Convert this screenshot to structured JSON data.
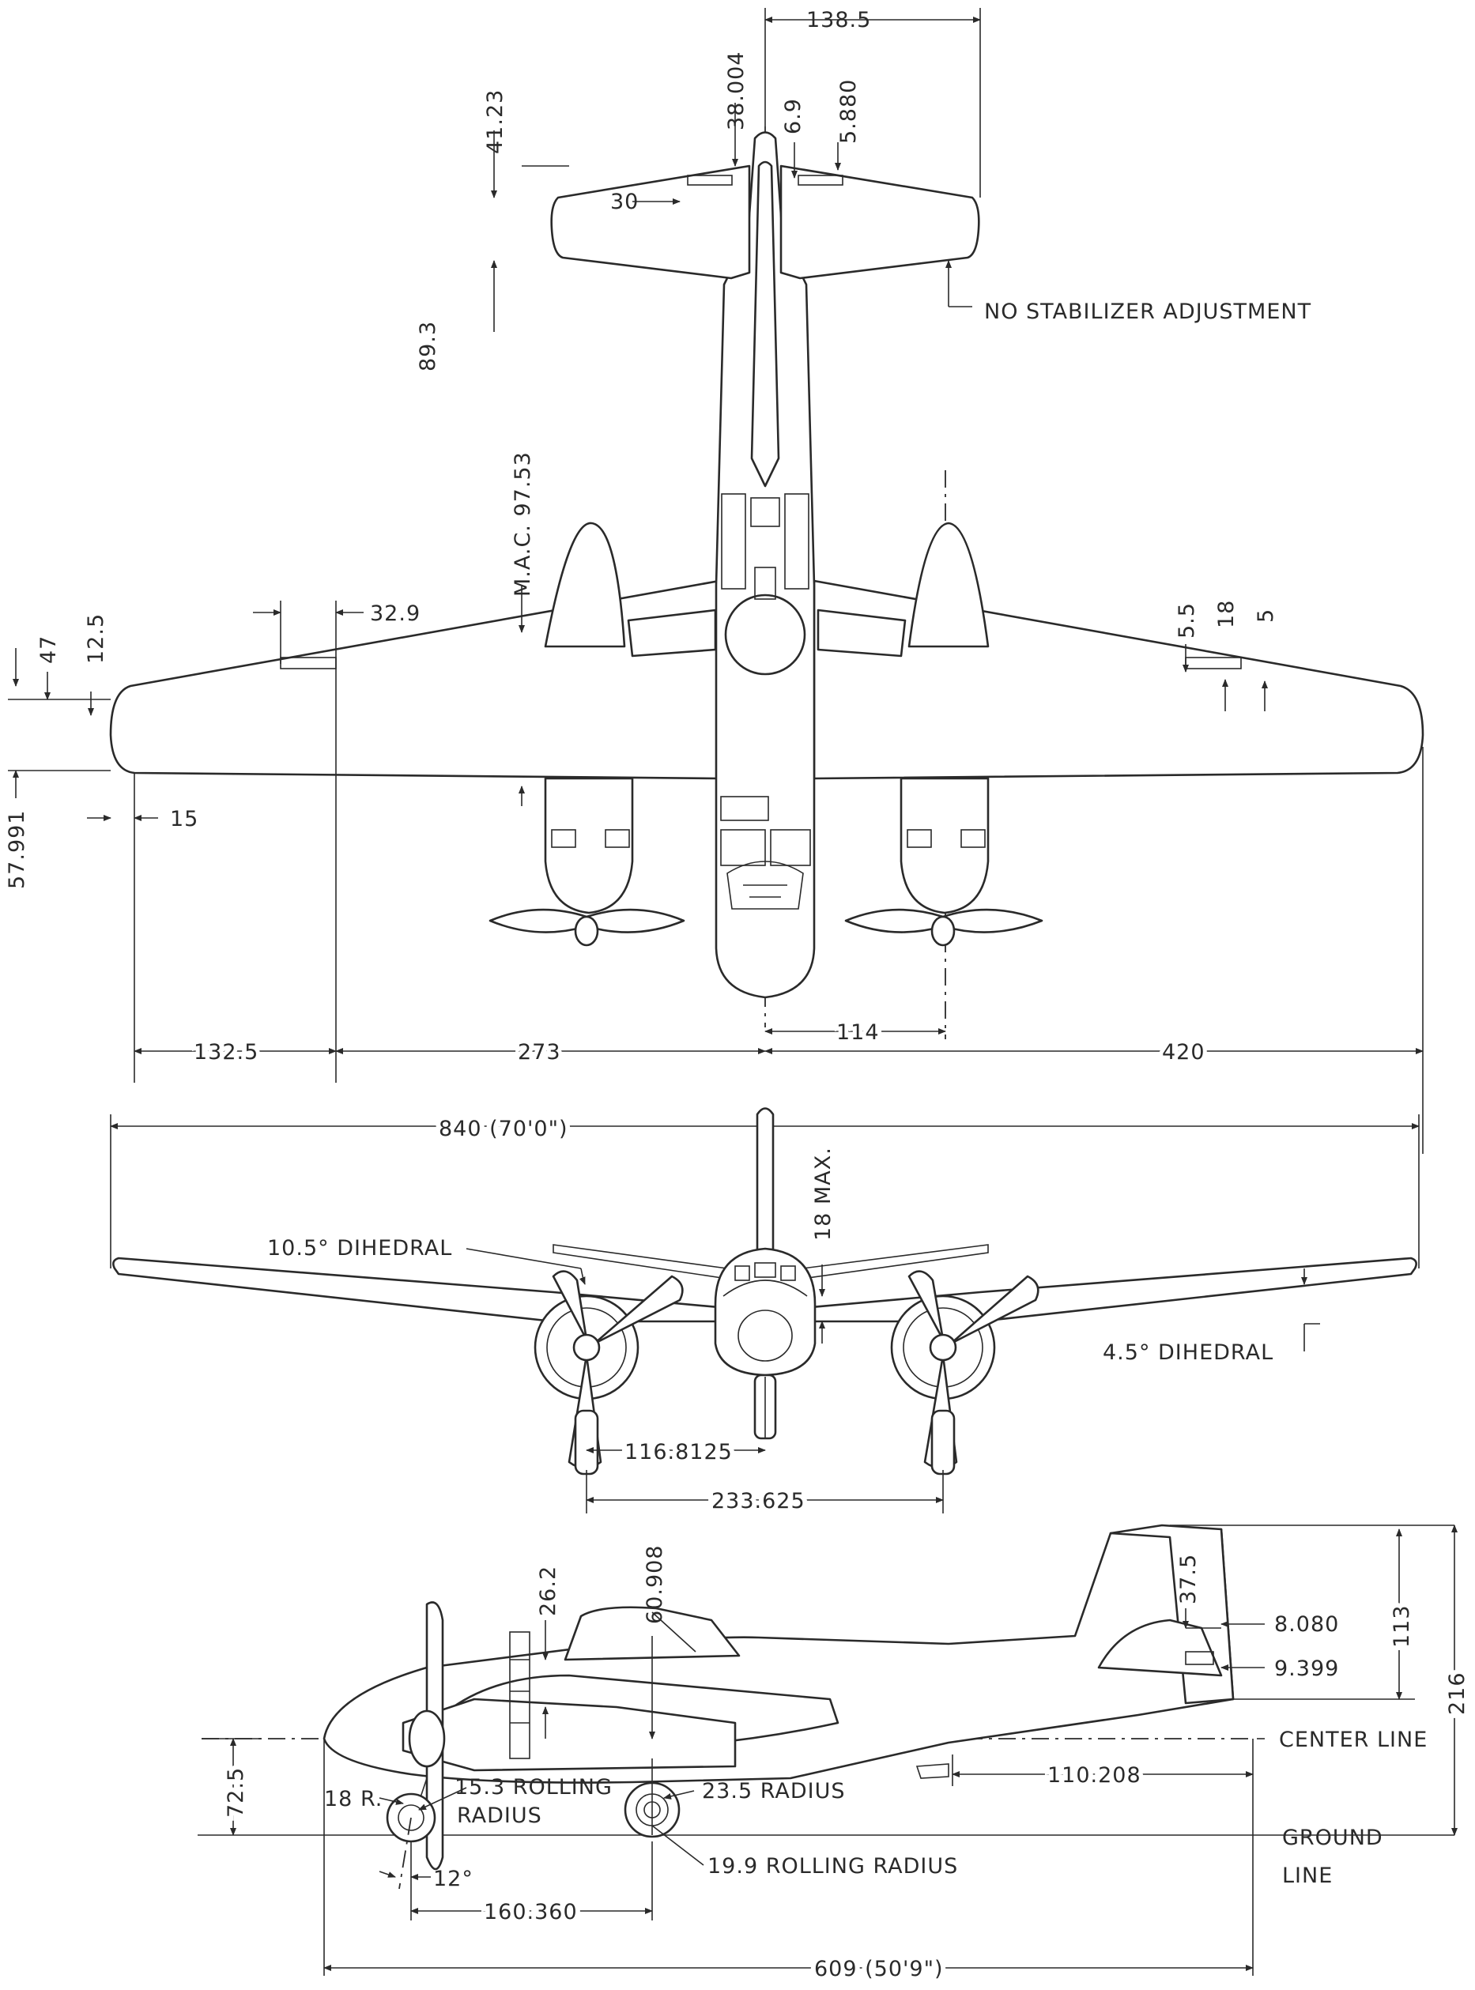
{
  "plan_view": {
    "dims": {
      "tail_span_half": "138.5",
      "tail_offset": "38.004",
      "elev_6_9": "6.9",
      "elev_5_880": "5.880",
      "tail_41_23": "41.23",
      "tab_30": "30",
      "tail_89_3": "89.3",
      "mac": "M.A.C. 97.53",
      "aileron_32_9": "32.9",
      "tip_47": "47",
      "tip_12_5": "12.5",
      "root_57_991": "57.991",
      "tip_15": "15",
      "flap_5_5": "5.5",
      "flap_18": "18",
      "flap_5": "5",
      "span_132_5": "132.5",
      "span_273": "273",
      "nacelle_114": "114",
      "half_span_420": "420"
    },
    "note": "NO STABILIZER ADJUSTMENT"
  },
  "front_view": {
    "span": "840 (70'0\")",
    "dihedral_outer": "10.5° DIHEDRAL",
    "dihedral_inner": "4.5° DIHEDRAL",
    "max_18": "18 MAX.",
    "track_half": "116.8125",
    "track": "233.625"
  },
  "side_view": {
    "dims": {
      "d_37_5": "37.5",
      "d_8_080": "8.080",
      "d_113": "113",
      "d_216": "216",
      "d_9_399": "9.399",
      "d_26_2": "26.2",
      "d_60_908": "60.908",
      "d_72_5": "72.5",
      "d_110_208": "110.208",
      "nose_18r": "18 R.",
      "nose_rolling": "15.3 ROLLING",
      "nose_radius": "RADIUS",
      "main_radius": "23.5 RADIUS",
      "main_rolling": "19.9 ROLLING RADIUS",
      "angle_12": "12°",
      "wheelbase": "160.360",
      "length": "609 (50'9\")"
    },
    "center_line": "CENTER LINE",
    "ground_1": "GROUND",
    "ground_2": "LINE"
  }
}
